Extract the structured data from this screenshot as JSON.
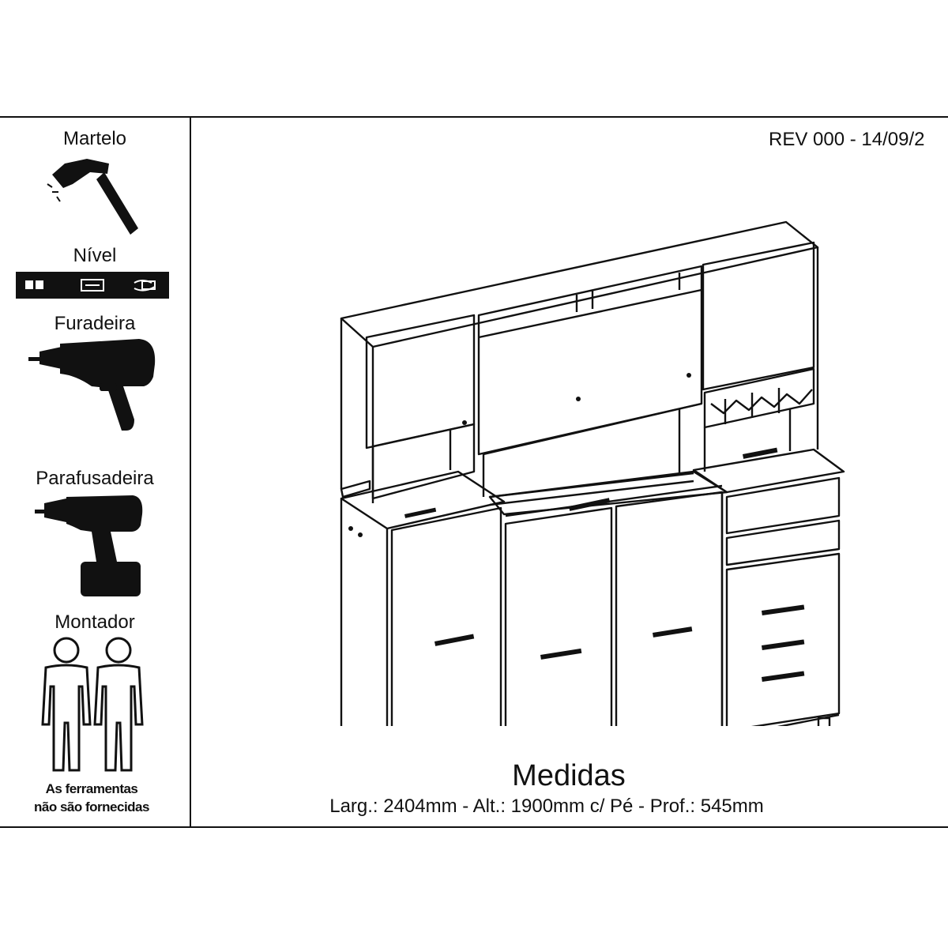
{
  "tools": [
    {
      "label": "Martelo",
      "icon": "hammer-icon"
    },
    {
      "label": "Nível",
      "icon": "spirit-level-icon"
    },
    {
      "label": "Furadeira",
      "icon": "drill-icon"
    },
    {
      "label": "Parafusadeira",
      "icon": "cordless-screwdriver-icon"
    },
    {
      "label": "Montador",
      "icon": "assemblers-icon"
    }
  ],
  "note_line1": "As ferramentas",
  "note_line2": "não são fornecidas",
  "revision": "REV 000 - 14/09/2",
  "measures": {
    "title": "Medidas",
    "dimensions": "Larg.: 2404mm - Alt.: 1900mm c/ Pé - Prof.: 545mm"
  },
  "colors": {
    "ink": "#111111",
    "paper": "#ffffff"
  }
}
